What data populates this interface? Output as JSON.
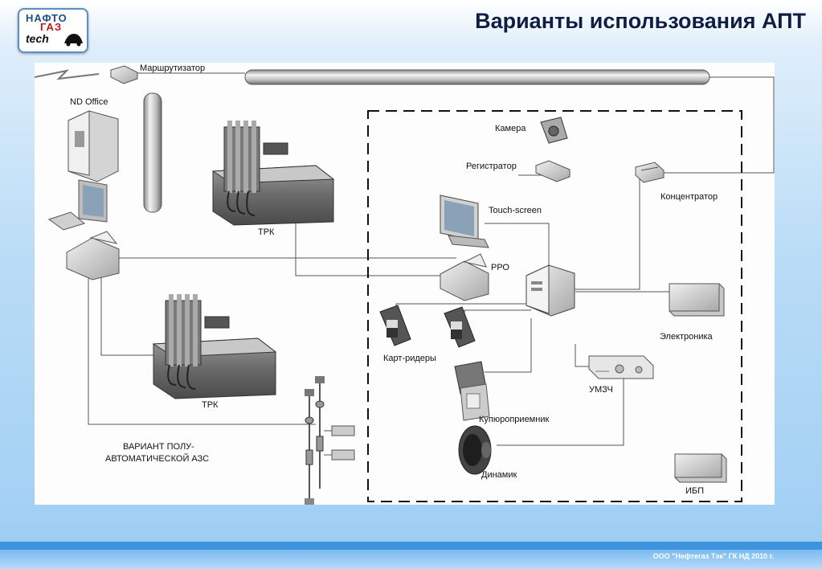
{
  "logo": {
    "line1": "НАФТО",
    "line2": "ГАЗ",
    "line3": "tech"
  },
  "title": "Варианты использования АПТ",
  "diagram": {
    "labels": {
      "router": "Маршрутизатор",
      "office": "ND Office",
      "trk_top": "ТРК",
      "trk_bottom": "ТРК",
      "camera": "Камера",
      "recorder": "Регистратор",
      "hub": "Концентратор",
      "touchscreen": "Touch-screen",
      "rro": "РРО",
      "card_readers": "Карт-ридеры",
      "electronics": "Электроника",
      "amplifier": "УМЗЧ",
      "bill_acceptor": "Купюроприемник",
      "speaker": "Динамик",
      "ups": "ИБП",
      "variant_line1": "ВАРИАНТ ПОЛУ-",
      "variant_line2": "АВТОМАТИЧЕСКОЙ АЗС"
    }
  },
  "footer": {
    "text": "ООО \"Нефтегаз Тэк\" ГК НД 2010 г."
  }
}
